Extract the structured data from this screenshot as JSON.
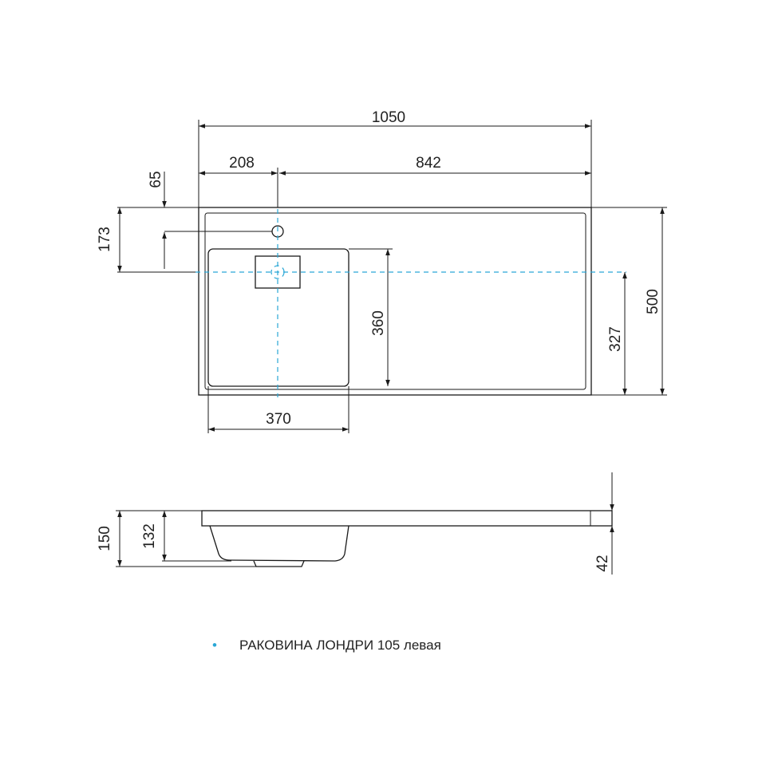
{
  "dimensions": {
    "total_width": "1050",
    "faucet_offset_x": "208",
    "remaining_width": "842",
    "faucet_offset_y": "65",
    "drain_offset_y": "173",
    "basin_depth": "360",
    "drain_to_front": "327",
    "total_depth": "500",
    "basin_width": "370",
    "total_height": "150",
    "basin_height": "132",
    "slab_thickness": "42"
  },
  "caption": {
    "bullet": "•",
    "text": "РАКОВИНА ЛОНДРИ 105 левая"
  },
  "colors": {
    "centerline": "#2aa7d6",
    "line": "#1a1a1a"
  }
}
